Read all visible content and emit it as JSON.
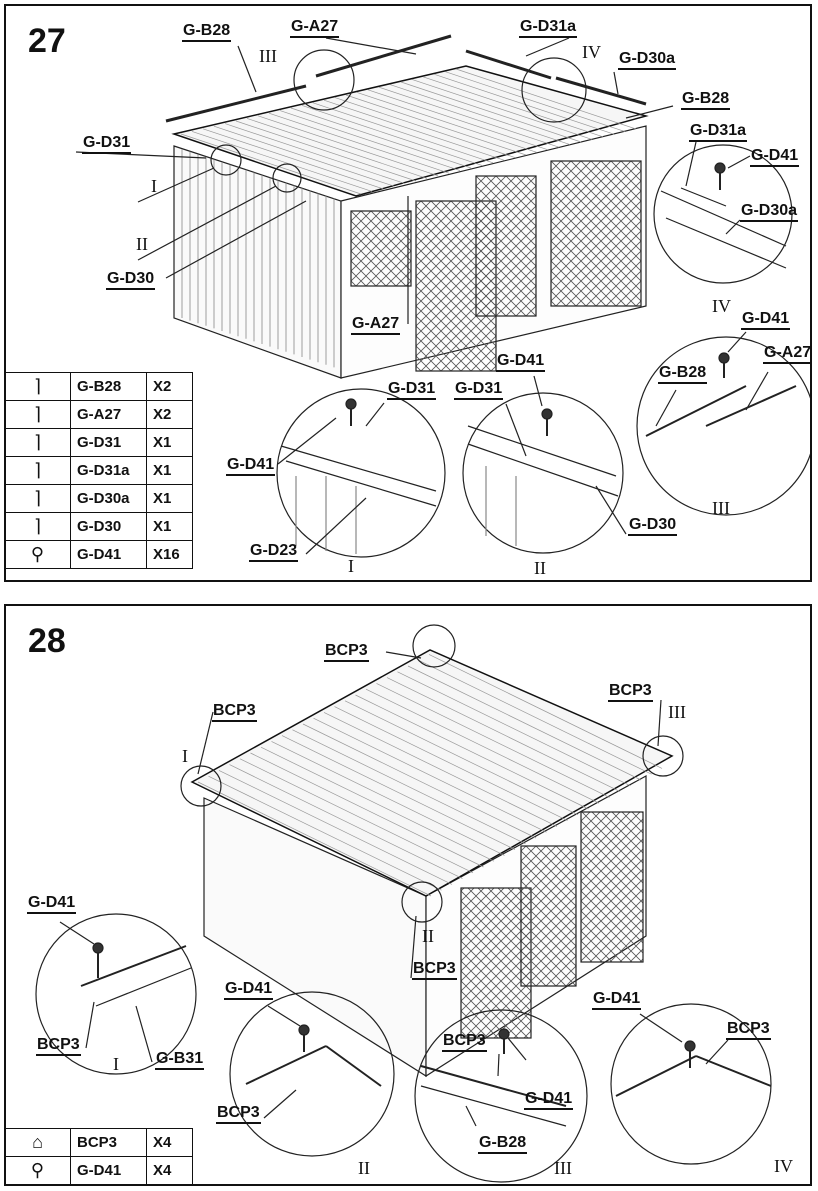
{
  "step27": {
    "number": "27",
    "labels": {
      "gb28_top": "G-B28",
      "ga27_top": "G-A27",
      "gd31a_top": "G-D31a",
      "gd30a_top": "G-D30a",
      "gb28_right": "G-B28",
      "gd31_left": "G-D31",
      "gd30_left": "G-D30",
      "ga27_mid": "G-A27",
      "gd31a_detail": "G-D31a",
      "gd41_detail_iv": "G-D41",
      "gd30a_detail": "G-D30a",
      "gd41_detail_iii": "G-D41",
      "gb28_detail": "G-B28",
      "ga27_detail": "G-A27",
      "gd31_detail_i": "G-D31",
      "gd41_detail_i": "G-D41",
      "gd23_detail": "G-D23",
      "gd41_detail_ii": "G-D41",
      "gd31_detail_ii": "G-D31",
      "gd30_detail_ii": "G-D30"
    },
    "romans": {
      "i": "I",
      "ii": "II",
      "iii": "III",
      "iv": "IV",
      "c1": "I",
      "c2": "II",
      "c3": "III",
      "c4": "IV"
    },
    "parts": [
      {
        "icon": "angle-profile-icon",
        "glyph": "⌉",
        "name": "G-B28",
        "qty": "X2"
      },
      {
        "icon": "angle-profile-icon",
        "glyph": "⌉",
        "name": "G-A27",
        "qty": "X2"
      },
      {
        "icon": "angle-profile-icon",
        "glyph": "⌉",
        "name": "G-D31",
        "qty": "X1"
      },
      {
        "icon": "angle-profile-icon",
        "glyph": "⌉",
        "name": "G-D31a",
        "qty": "X1"
      },
      {
        "icon": "angle-profile-icon",
        "glyph": "⌉",
        "name": "G-D30a",
        "qty": "X1"
      },
      {
        "icon": "angle-profile-icon",
        "glyph": "⌉",
        "name": "G-D30",
        "qty": "X1"
      },
      {
        "icon": "screw-icon",
        "glyph": "⚲",
        "name": "G-D41",
        "qty": "X16"
      }
    ]
  },
  "step28": {
    "number": "28",
    "labels": {
      "bcp3_top": "BCP3",
      "bcp3_left": "BCP3",
      "bcp3_right": "BCP3",
      "bcp3_front": "BCP3",
      "gd41_c1": "G-D41",
      "bcp3_c1": "BCP3",
      "gb31_c1": "G-B31",
      "gd41_c2": "G-D41",
      "bcp3_c2": "BCP3",
      "bcp3_c3": "BCP3",
      "gd41_c3": "G-D41",
      "gb28_c3": "G-B28",
      "gd41_c4": "G-D41",
      "bcp3_c4": "BCP3"
    },
    "romans": {
      "i": "I",
      "ii": "II",
      "iii": "III",
      "c1": "I",
      "c2": "II",
      "c3": "III",
      "c4": "IV"
    },
    "parts": [
      {
        "icon": "corner-cap-icon",
        "glyph": "⌂",
        "name": "BCP3",
        "qty": "X4"
      },
      {
        "icon": "screw-icon",
        "glyph": "⚲",
        "name": "G-D41",
        "qty": "X4"
      }
    ]
  }
}
